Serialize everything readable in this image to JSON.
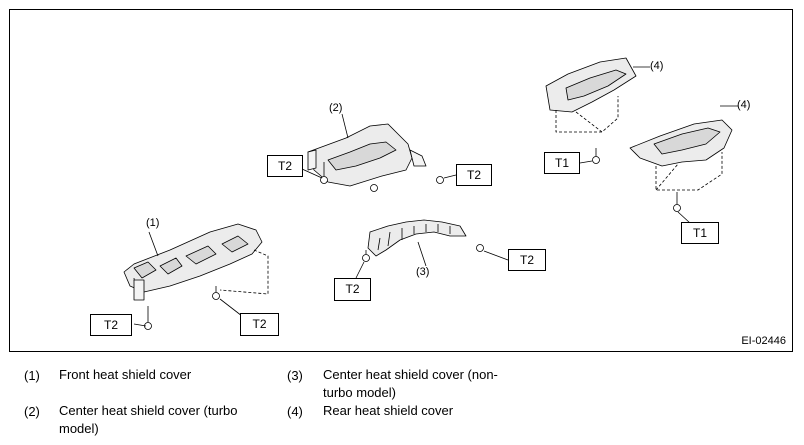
{
  "figure": {
    "id": "EI-02446",
    "callouts": {
      "c1": "(1)",
      "c2": "(2)",
      "c3": "(3)",
      "c4a": "(4)",
      "c4b": "(4)"
    },
    "torque_labels": {
      "t2_left_center": "T2",
      "t2_right_center": "T2",
      "t2_bottom_left": "T2",
      "t2_bottom_mid": "T2",
      "t2_center_lower": "T2",
      "t2_right_lower": "T2",
      "t1_upper": "T1",
      "t1_lower": "T1"
    }
  },
  "legend": [
    {
      "num": "(1)",
      "text": "Front heat shield cover"
    },
    {
      "num": "(2)",
      "text": "Center heat shield cover (turbo model)"
    },
    {
      "num": "(3)",
      "text": "Center heat shield cover (non-turbo model)"
    },
    {
      "num": "(4)",
      "text": "Rear heat shield cover"
    }
  ]
}
